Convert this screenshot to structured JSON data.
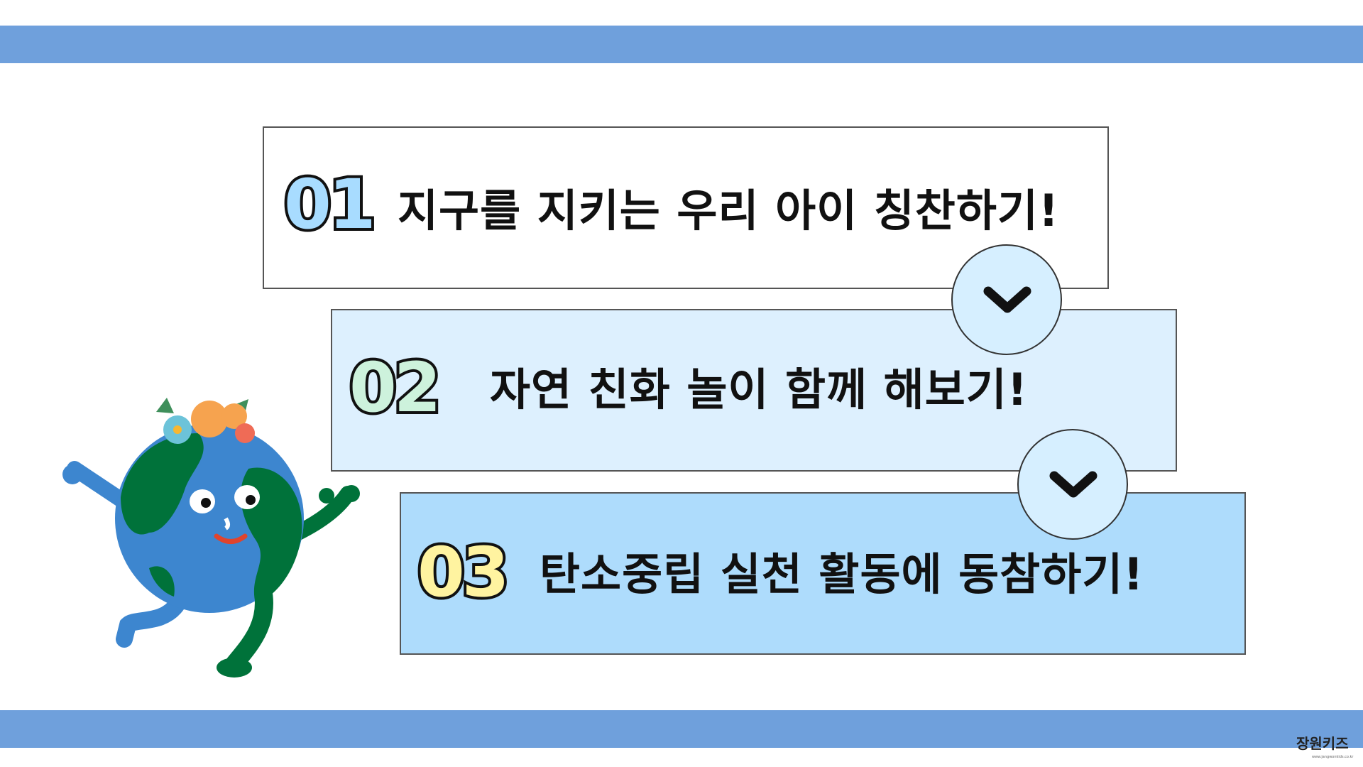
{
  "steps": [
    {
      "number": "01",
      "text": "지구를 지키는 우리 아이 칭찬하기!",
      "badge_color": "#a8dcff",
      "box_color": "#ffffff"
    },
    {
      "number": "02",
      "text": "자연 친화 놀이 함께 해보기!",
      "badge_color": "#cdf2dc",
      "box_color": "#ddf0fe"
    },
    {
      "number": "03",
      "text": "탄소중립 실천 활동에 동참하기!",
      "badge_color": "#fff3a0",
      "box_color": "#aedcfc"
    }
  ],
  "logo": {
    "name": "장원키즈",
    "url_text": "www.jangwonkids.co.kr"
  },
  "colors": {
    "bar": "#6fa0dc"
  }
}
